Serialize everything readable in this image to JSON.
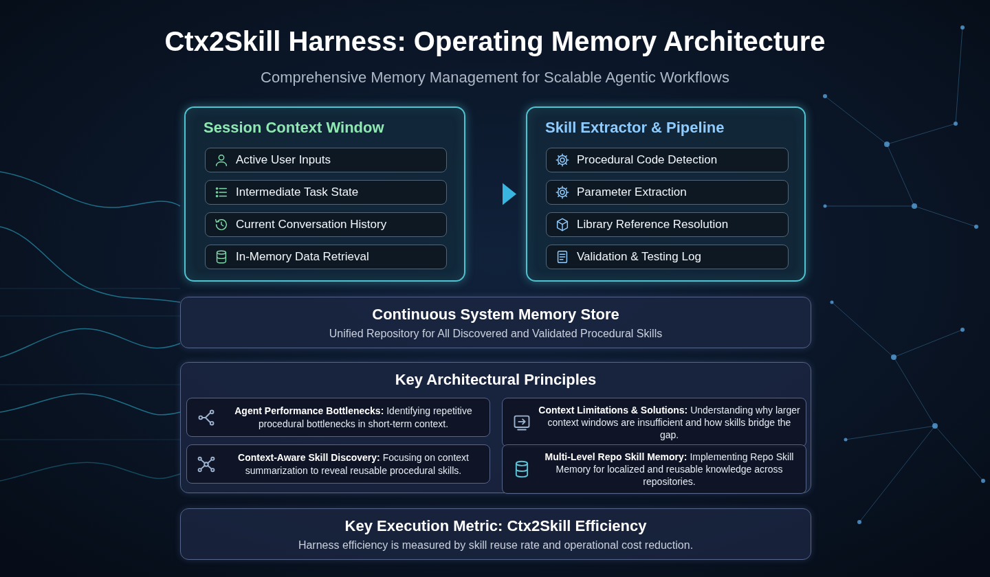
{
  "diagram": {
    "title": "Ctx2Skill Harness: Operating Memory Architecture",
    "nodes": [
      {
        "text": [
          "Session Context Window"
        ]
      },
      {
        "text": [
          "Active User Inputs"
        ],
        "in": 0
      },
      {
        "text": [
          "Intermediate Task State"
        ],
        "in": 0
      },
      {
        "text": [
          "Current Conversation History"
        ],
        "in": 0
      },
      {
        "text": [
          "In-Memory Data Retrieval"
        ],
        "in": 0
      },
      {
        "text": [
          "Skill Extractor & Pipeline"
        ]
      },
      {
        "text": [
          "Procedural Code Detection"
        ],
        "in": 5
      },
      {
        "text": [
          "Parameter Extraction"
        ],
        "in": 5
      },
      {
        "text": [
          "Library Reference Resolution"
        ],
        "in": 5
      },
      {
        "text": [
          "Validation & Testing Log"
        ],
        "in": 5
      },
      {
        "text": [
          "Continuous System Memory Store",
          "Unified Repository for All Discovered and Validated Procedural Skills"
        ]
      },
      {
        "text": [
          "Key Architectural Principles"
        ]
      },
      {
        "text": [
          "Agent Performance Bottlenecks:",
          "Identifying repetitive procedural bottlenecks in short-term context."
        ],
        "in": 11
      },
      {
        "text": [
          "Context Limitations & Solutions:",
          "Understanding why larger context windows are insufficient and how skills bridge the gap."
        ],
        "in": 11
      },
      {
        "text": [
          "Context-Aware Skill Discovery:",
          "Focusing on context summarization to reveal reusable procedural skills."
        ],
        "in": 11
      },
      {
        "text": [
          "Multi-Level Repo Skill Memory:",
          "Implementing Repo Skill Memory for localized and reusable knowledge across repositories."
        ],
        "in": 11
      },
      {
        "text": [
          "Key Execution Metric: Ctx2Skill Efficiency",
          "Harness efficiency is measured by skill reuse rate and operational cost reduction."
        ]
      }
    ],
    "edges": [
      {
        "from": 0,
        "to": 5,
        "arrow": "to"
      }
    ],
    "labels": [
      "Comprehensive Memory Management for Scalable Agentic Workflows"
    ]
  }
}
